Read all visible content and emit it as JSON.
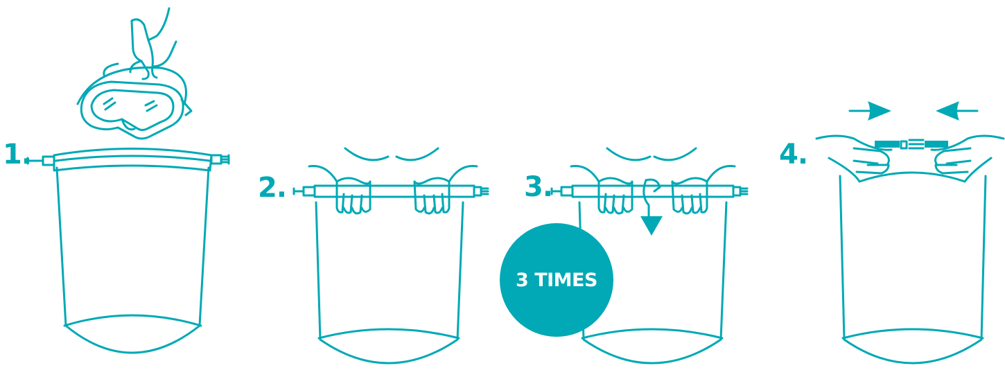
{
  "colors": {
    "accent": "#00a9b5",
    "background": "#ffffff",
    "badge_text": "#ffffff"
  },
  "steps": [
    {
      "label": "1.",
      "illustration": "bag-with-diving-mask"
    },
    {
      "label": "2.",
      "illustration": "hands-holding-bag-top"
    },
    {
      "label": "3.",
      "illustration": "hands-rolling-bag-top"
    },
    {
      "label": "4.",
      "illustration": "hands-buckling-bag"
    }
  ],
  "badge": {
    "text": "3 TIMES"
  }
}
